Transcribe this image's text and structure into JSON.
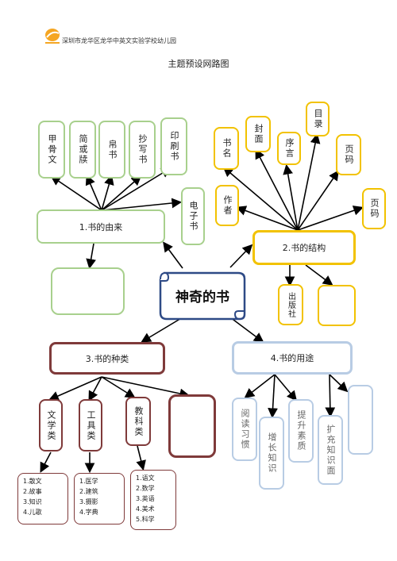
{
  "header": {
    "school": "深圳市龙华区龙华中英文实验学校幼儿园",
    "title": "主题预设网路图"
  },
  "center": "神奇的书",
  "branch1": {
    "label": "1.书的由来",
    "items": [
      "甲骨文",
      "简或牍",
      "帛书",
      "抄写书",
      "印刷书",
      "电子书"
    ]
  },
  "branch2": {
    "label": "2.书的结构",
    "items": [
      "书名",
      "封面",
      "序言",
      "目录",
      "页码",
      "作者",
      "页码",
      "出版社"
    ]
  },
  "branch3": {
    "label": "3.书的种类",
    "items": [
      "文学类",
      "工具类",
      "教科类"
    ],
    "lists": [
      [
        "1.散文",
        "2.故事",
        "3.知识",
        "4.儿歌"
      ],
      [
        "1.医学",
        "2.建筑",
        "3.摄影",
        "4.字典"
      ],
      [
        "1.语文",
        "2.数学",
        "3.英语",
        "4.美术",
        "5.科学"
      ]
    ]
  },
  "branch4": {
    "label": "4.书的用途",
    "items": [
      "阅读习惯",
      "增长知识",
      "提升素质",
      "扩充知识面"
    ]
  },
  "colors": {
    "green": "#a8d08d",
    "yellow": "#f2c200",
    "red": "#7f3a3a",
    "blue": "#b8cce4"
  }
}
